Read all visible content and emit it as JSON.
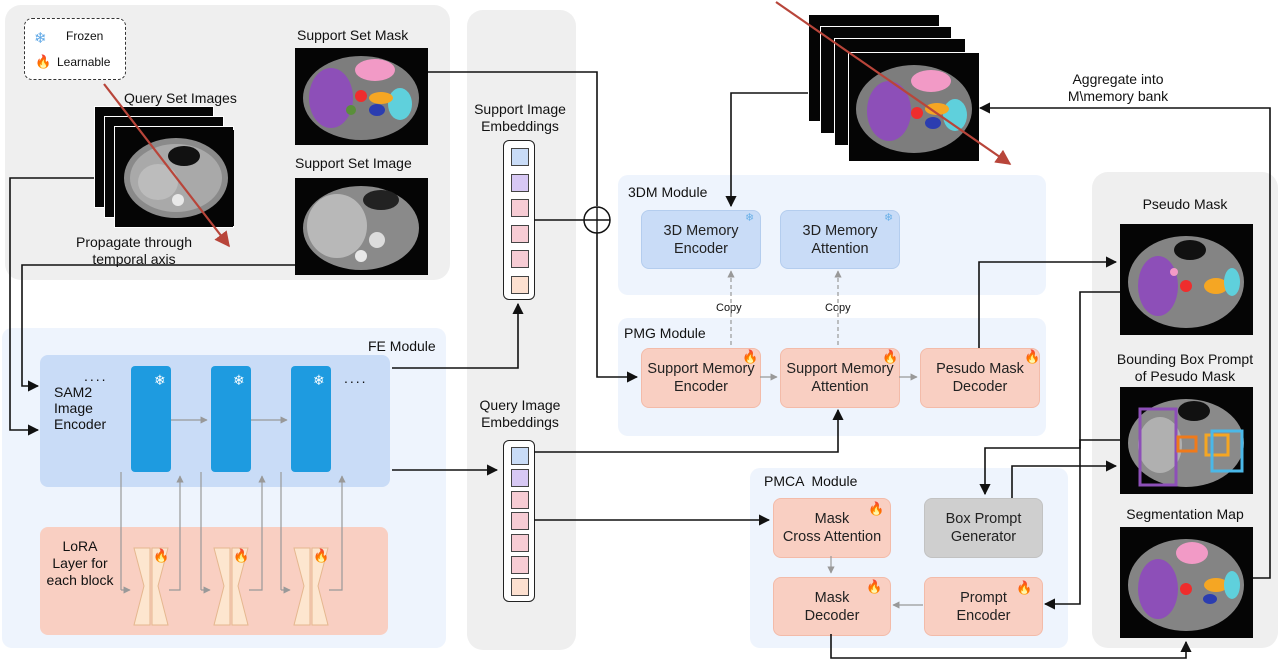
{
  "legend": {
    "frozen": "Frozen",
    "learnable": "Learnable"
  },
  "labels": {
    "query_set_images": "Query Set Images",
    "support_set_mask": "Support Set Mask",
    "support_set_image": "Support Set Image",
    "propagate": "Propagate through\ntemporal axis",
    "support_image_embeddings": "Support Image\nEmbeddings",
    "query_image_embeddings": "Query Image\nEmbeddings",
    "aggregate": "Aggregate into\nM\\memory bank",
    "pseudo_mask": "Pseudo Mask",
    "bbox_prompt": "Bounding Box Prompt\nof Pesudo Mask",
    "segmentation_map": "Segmentation Map",
    "copy_1": "Copy",
    "copy_2": "Copy",
    "dots_1": "....",
    "dots_2": "...."
  },
  "fe_module": {
    "title": "FE Module",
    "encoder_label": "SAM2\nImage\nEncoder",
    "lora_label": "LoRA\nLayer for\neach block"
  },
  "dm3_module": {
    "title": "3DM Module",
    "memory_encoder": "3D Memory\nEncoder",
    "memory_attention": "3D Memory\nAttention"
  },
  "pmg_module": {
    "title": "PMG Module",
    "support_memory_encoder": "Support Memory\nEncoder",
    "support_memory_attention": "Support Memory\nAttention",
    "pseudo_mask_decoder": "Pesudo Mask\nDecoder"
  },
  "pmca_module": {
    "title": "PMCA  Module",
    "mask_cross_attention": "Mask\nCross Attention",
    "box_prompt_generator": "Box Prompt\nGenerator",
    "mask_decoder": "Mask\nDecoder",
    "prompt_encoder": "Prompt\nEncoder"
  },
  "icons": {
    "frozen": "snowflake-icon",
    "learnable": "fire-icon"
  },
  "colors": {
    "learnable_box": "#f9cfc2",
    "frozen_box": "#c9dcf7",
    "encoder_block": "#1e9be0",
    "panel_gray": "#efefef",
    "panel_blue": "#eef4fd",
    "arrow_red": "#b8453a"
  },
  "embedding_colors": {
    "support": [
      "#c9dcf7",
      "#d7c8f4",
      "#f7ccd4",
      "#f7ccd4",
      "#f7ccd4",
      "#fde0d0"
    ],
    "query": [
      "#c9dcf7",
      "#d7c8f4",
      "#f7ccd4",
      "#f7ccd4",
      "#f7ccd4",
      "#f7ccd4",
      "#fde0d0"
    ]
  }
}
